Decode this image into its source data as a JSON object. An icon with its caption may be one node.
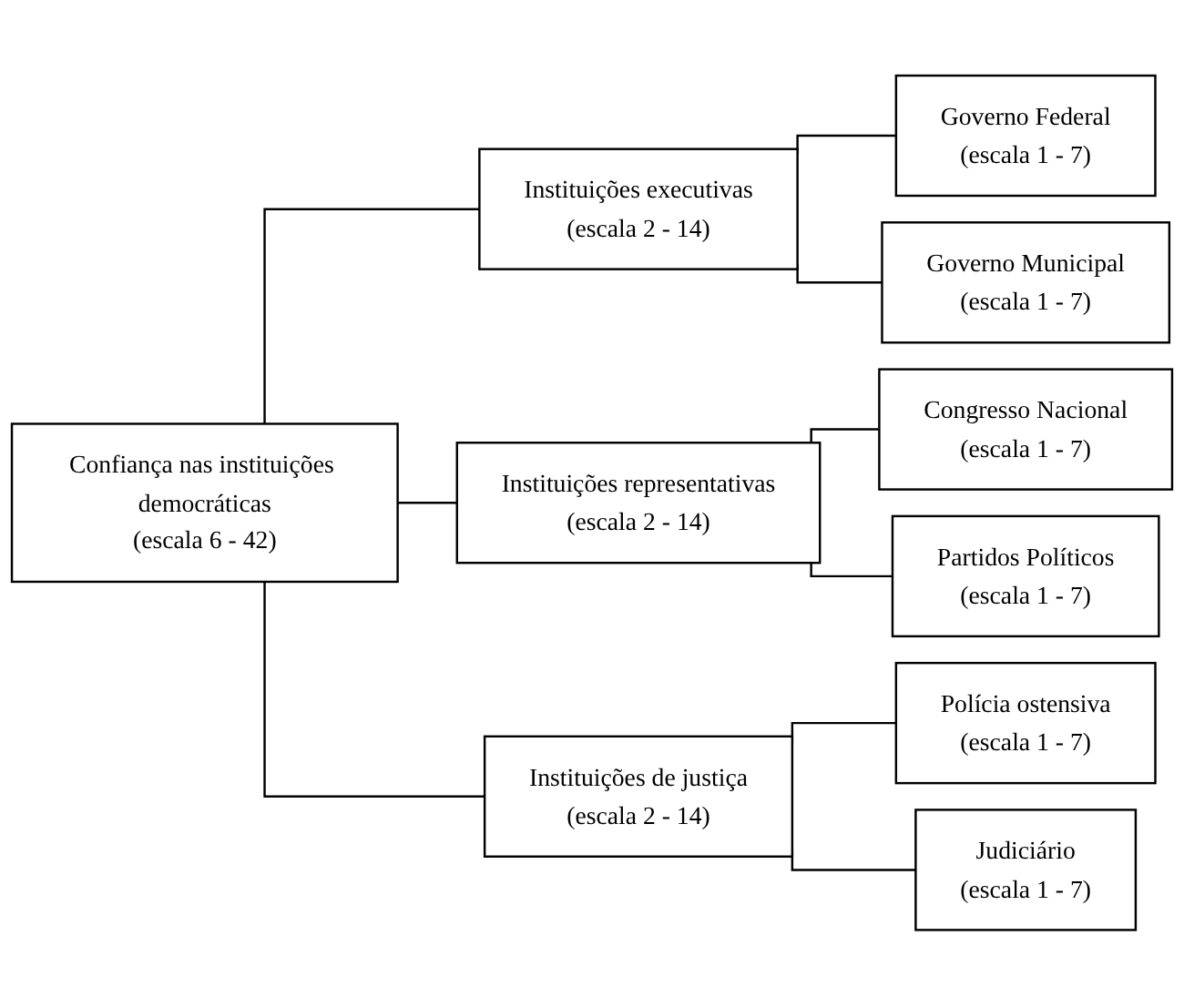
{
  "diagram": {
    "nodes": [
      {
        "text": [
          "Confiança nas instituições democráticas",
          "(escala 6 - 42)"
        ]
      },
      {
        "text": [
          "Instituições executivas",
          "(escala 2 - 14)"
        ]
      },
      {
        "text": [
          "Governo Federal",
          "(escala 1 - 7)"
        ]
      },
      {
        "text": [
          "Governo Municipal",
          "(escala 1 - 7)"
        ]
      },
      {
        "text": [
          "Instituições representativas",
          "(escala 2 - 14)"
        ]
      },
      {
        "text": [
          "Congresso Nacional",
          "(escala 1 - 7)"
        ]
      },
      {
        "text": [
          "Partidos Políticos",
          "(escala 1 - 7)"
        ]
      },
      {
        "text": [
          "Instituições de justiça",
          "(escala 2 - 14)"
        ]
      },
      {
        "text": [
          "Polícia ostensiva",
          "(escala 1 - 7)"
        ]
      },
      {
        "text": [
          "Judiciário",
          "(escala 1 - 7)"
        ]
      }
    ],
    "edges": [
      {
        "from": 0,
        "to": 1,
        "arrow": "none"
      },
      {
        "from": 0,
        "to": 4,
        "arrow": "none"
      },
      {
        "from": 0,
        "to": 7,
        "arrow": "none"
      },
      {
        "from": 1,
        "to": 2,
        "arrow": "none"
      },
      {
        "from": 1,
        "to": 3,
        "arrow": "none"
      },
      {
        "from": 4,
        "to": 5,
        "arrow": "none"
      },
      {
        "from": 4,
        "to": 6,
        "arrow": "none"
      },
      {
        "from": 7,
        "to": 8,
        "arrow": "none"
      },
      {
        "from": 7,
        "to": 9,
        "arrow": "none"
      }
    ]
  }
}
